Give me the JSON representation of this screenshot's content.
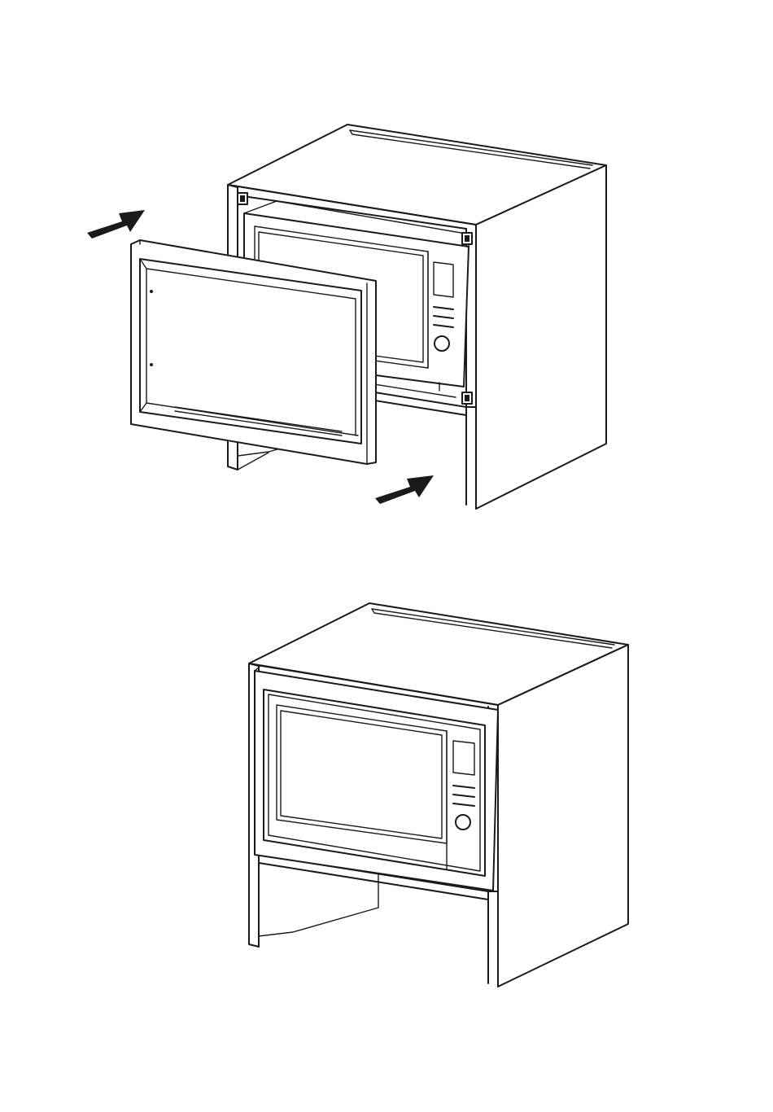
{
  "colors": {
    "line": "#1a1a1a",
    "paper": "#ffffff"
  },
  "figures": [
    {
      "step": "fit-trim-frame",
      "arrows": 2,
      "icons": [
        "push-arrow-icon",
        "push-arrow-icon"
      ]
    },
    {
      "step": "installed-result",
      "arrows": 0,
      "icons": []
    }
  ]
}
